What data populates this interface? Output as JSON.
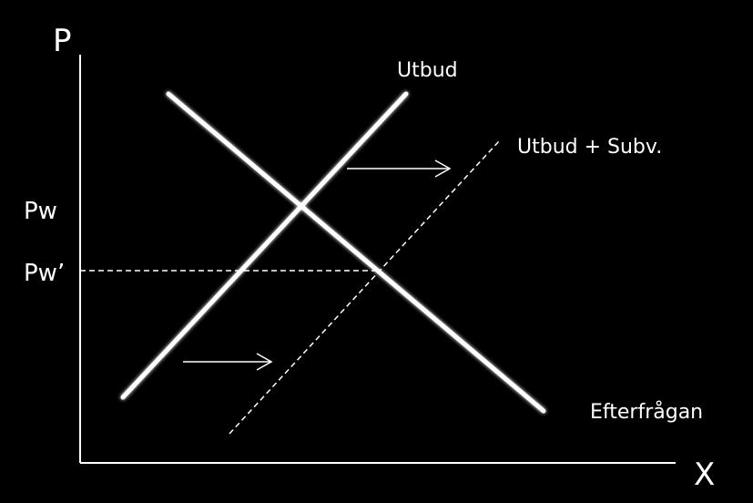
{
  "diagram": {
    "background": "#000000",
    "foreground": "#ffffff",
    "axes": {
      "y_label": "P",
      "x_label": "X"
    },
    "price_labels": {
      "world_price": "Pw",
      "world_price_new": "Pw’"
    },
    "curve_labels": {
      "supply": "Utbud",
      "supply_subsidy": "Utbud + Subv.",
      "demand": "Efterfrågan"
    },
    "shift_arrows": 2
  }
}
